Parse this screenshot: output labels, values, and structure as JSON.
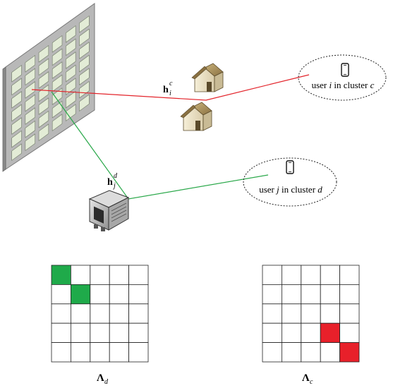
{
  "labels": {
    "channel_c_base": "h",
    "channel_c_sup": "c",
    "channel_c_sub": "i",
    "channel_d_base": "h",
    "channel_d_sup": "d",
    "channel_d_sub": "j",
    "user_i_prefix": "user ",
    "user_i_index": "i",
    "user_i_middle": " in cluster ",
    "user_i_cluster": "c",
    "user_j_prefix": "user ",
    "user_j_index": "j",
    "user_j_middle": " in cluster ",
    "user_j_cluster": "d",
    "matrix_d_base": "Λ",
    "matrix_d_sub": "d",
    "matrix_c_base": "Λ",
    "matrix_c_sub": "c"
  },
  "matrices": {
    "lambda_d": {
      "size": 5,
      "filled": [
        [
          0,
          0
        ],
        [
          1,
          1
        ]
      ],
      "color": "#1faa4a"
    },
    "lambda_c": {
      "size": 5,
      "filled": [
        [
          3,
          3
        ],
        [
          4,
          4
        ]
      ],
      "color": "#e8202a"
    }
  },
  "colors": {
    "path_c": "#e3242b",
    "path_d": "#2aa84a"
  },
  "icons": {
    "ris": "ris-panel-icon",
    "house": "house-icon",
    "base_station": "base-station-icon",
    "phone": "phone-icon"
  }
}
